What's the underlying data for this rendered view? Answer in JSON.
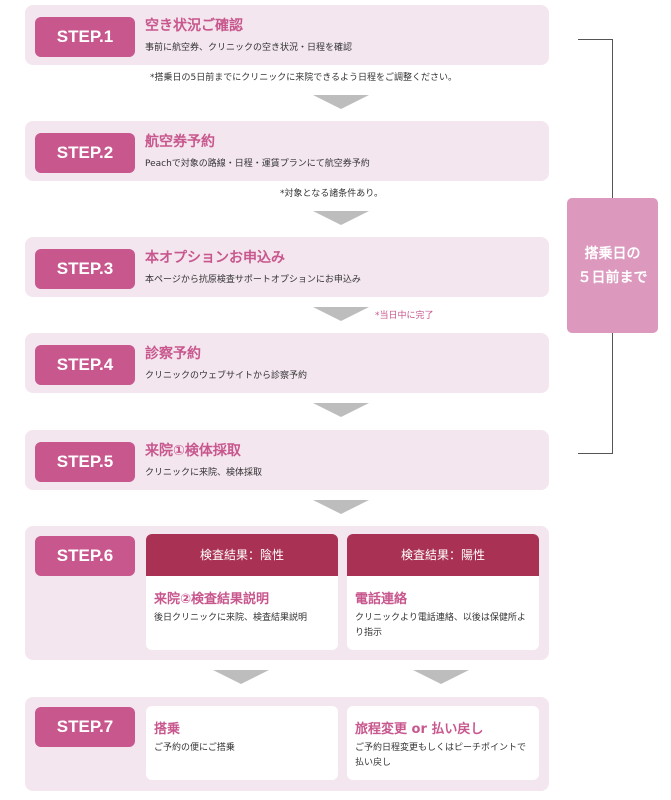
{
  "steps": [
    {
      "label": "STEP.1",
      "title": "空き状況ご確認",
      "desc": "事前に航空券、クリニックの空き状況・日程を確認"
    },
    {
      "label": "STEP.2",
      "title": "航空券予約",
      "desc": "Peachで対象の路線・日程・運賃プランにて航空券予約"
    },
    {
      "label": "STEP.3",
      "title": "本オプションお申込み",
      "desc": "本ページから抗原検査サポートオプションにお申込み"
    },
    {
      "label": "STEP.4",
      "title": "診察予約",
      "desc": "クリニックのウェブサイトから診察予約"
    },
    {
      "label": "STEP.5",
      "title": "来院①検体採取",
      "desc": "クリニックに来院、検体採取"
    },
    {
      "label": "STEP.6"
    },
    {
      "label": "STEP.7"
    }
  ],
  "notes": {
    "step1": "*搭乗日の5日前までにクリニックに来院できるよう日程をご調整ください。",
    "step2": "*対象となる諸条件あり。",
    "step3": "*当日中に完了"
  },
  "results": {
    "negative": {
      "head": "検査結果：陰性",
      "title": "来院②検査結果説明",
      "desc": "後日クリニックに来院、検査結果説明"
    },
    "positive": {
      "head": "検査結果：陽性",
      "title": "電話連絡",
      "desc": "クリニックより電話連絡、以後は保健所より指示"
    }
  },
  "finals": {
    "board": {
      "title": "搭乗",
      "desc": "ご予約の便にご搭乗"
    },
    "change": {
      "title": "旅程変更 or 払い戻し",
      "desc": "ご予約日程変更もしくはピーチポイントで払い戻し"
    }
  },
  "side": {
    "line1": "搭乗日の",
    "line2": "５日前まで"
  },
  "colors": {
    "accent": "#c8578d",
    "result_head": "#a93153",
    "step_bg": "#f3e6ef",
    "side_box": "#dc98bd",
    "arrow": "#bdbdbd"
  }
}
